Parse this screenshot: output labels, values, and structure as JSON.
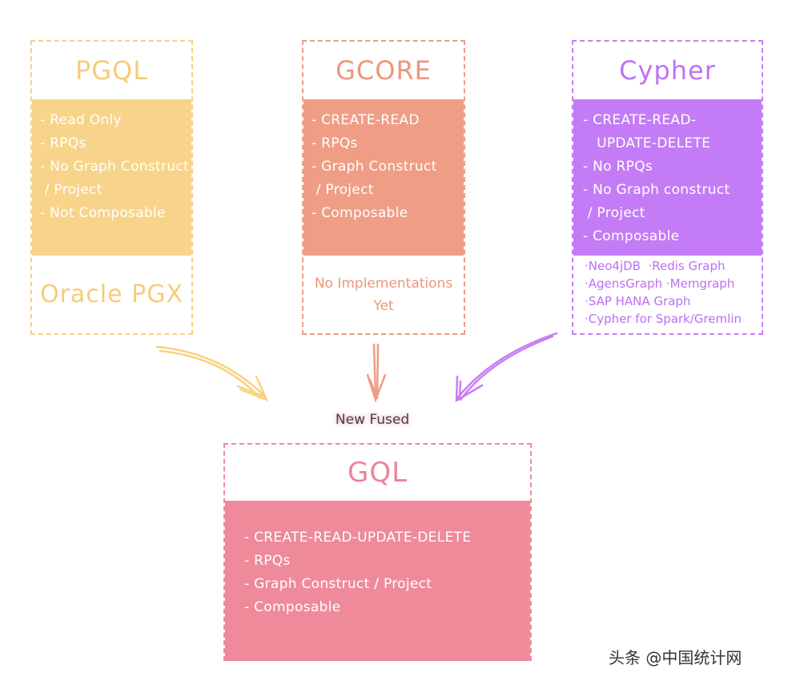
{
  "pgql": {
    "title": "PGQL",
    "features": [
      "- Read Only",
      "- RPQs",
      "- No Graph Construct",
      " / Project",
      "- Not Composable"
    ],
    "implementation": "Oracle PGX"
  },
  "gcore": {
    "title": "GCORE",
    "features": [
      "- CREATE-READ",
      "- RPQs",
      "- Graph Construct",
      " / Project",
      "- Composable"
    ],
    "implementation_lines": [
      "No Implementations",
      "Yet"
    ]
  },
  "cypher": {
    "title": "Cypher",
    "features": [
      "- CREATE-READ-",
      "   UPDATE-DELETE",
      "- No RPQs",
      "- No Graph construct",
      " / Project",
      "- Composable"
    ],
    "implementations": [
      "·Neo4jDB  ·Redis Graph",
      "·AgensGraph ·Memgraph",
      "·SAP HANA Graph",
      "·Cypher for Spark/Gremlin"
    ]
  },
  "fused_label": "New Fused",
  "gql": {
    "title": "GQL",
    "features": [
      "- CREATE-READ-UPDATE-DELETE",
      "- RPQs",
      "- Graph Construct / Project",
      "- Composable"
    ]
  },
  "watermark": "头条 @中国统计网",
  "colors": {
    "pgql": "#f8d48b",
    "gcore": "#ef9e85",
    "cypher": "#c47cf6",
    "gql": "#ef8a9b"
  }
}
